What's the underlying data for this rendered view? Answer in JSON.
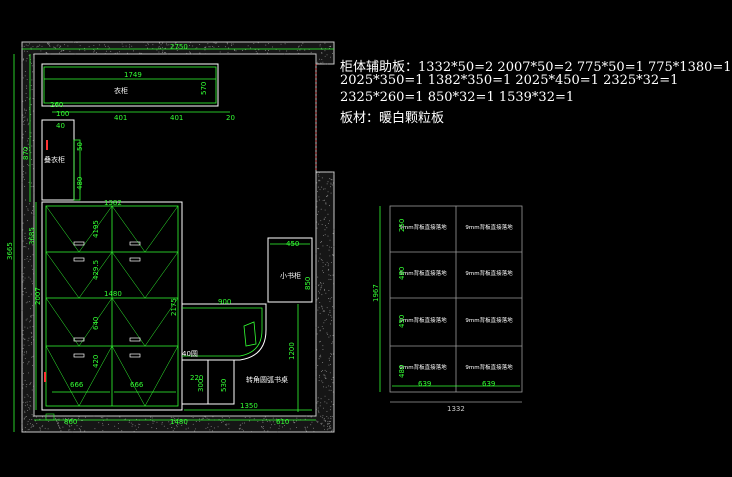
{
  "notes": {
    "line1": "柜体辅助板：1332*50=2  2007*50=2  775*50=1  775*1380=1",
    "line2": "2025*350=1  1382*350=1  2025*450=1  2325*32=1",
    "line3": "2325*260=1  850*32=1   1539*32=1",
    "line4": "板材：暖白颗粒板"
  },
  "plan": {
    "room_width": "2750",
    "room_height": "3665",
    "left_dim_870": "870",
    "wardrobe_label": "衣柜",
    "wardrobe_width": "1749",
    "wardrobe_depth": "570",
    "d_260": "260",
    "d_100": "100",
    "d_40": "40",
    "d_401a": "401",
    "d_401b": "401",
    "d_20": "20",
    "bench_label": "叠衣柜",
    "d_50": "50",
    "d_480": "480",
    "cab_width": "1382",
    "cab_height": "3685",
    "d_4195": "4195",
    "d_4295": "429.5",
    "d_1480_mid": "1480",
    "d_2007": "2007",
    "d_2175": "2175",
    "d_640": "640",
    "d_420": "420",
    "d_666a": "666",
    "d_666b": "666",
    "d_900": "900",
    "d_450": "450",
    "bookcase_label": "小书柜",
    "d_850": "850",
    "d_1200": "1200",
    "arc_label": "40圆",
    "d_220": "220",
    "d_300": "300",
    "d_530": "530",
    "desk_label": "转角圆弧书桌",
    "d_1350": "1350",
    "d_860": "860",
    "d_1480_bottom": "1480",
    "d_610": "610"
  },
  "elevation": {
    "cell_label": "9mm背板直接落地",
    "width": "1332",
    "height": "1967",
    "half_a": "639",
    "half_b": "639",
    "r_250": "250",
    "r_480": "480",
    "r_450": "450",
    "r_480b": "480"
  },
  "colors": {
    "background": "#000000",
    "dimension": "#33ff33",
    "outline": "#ffffff",
    "wall_hatch": "#808080",
    "marker": "#ff3333"
  }
}
